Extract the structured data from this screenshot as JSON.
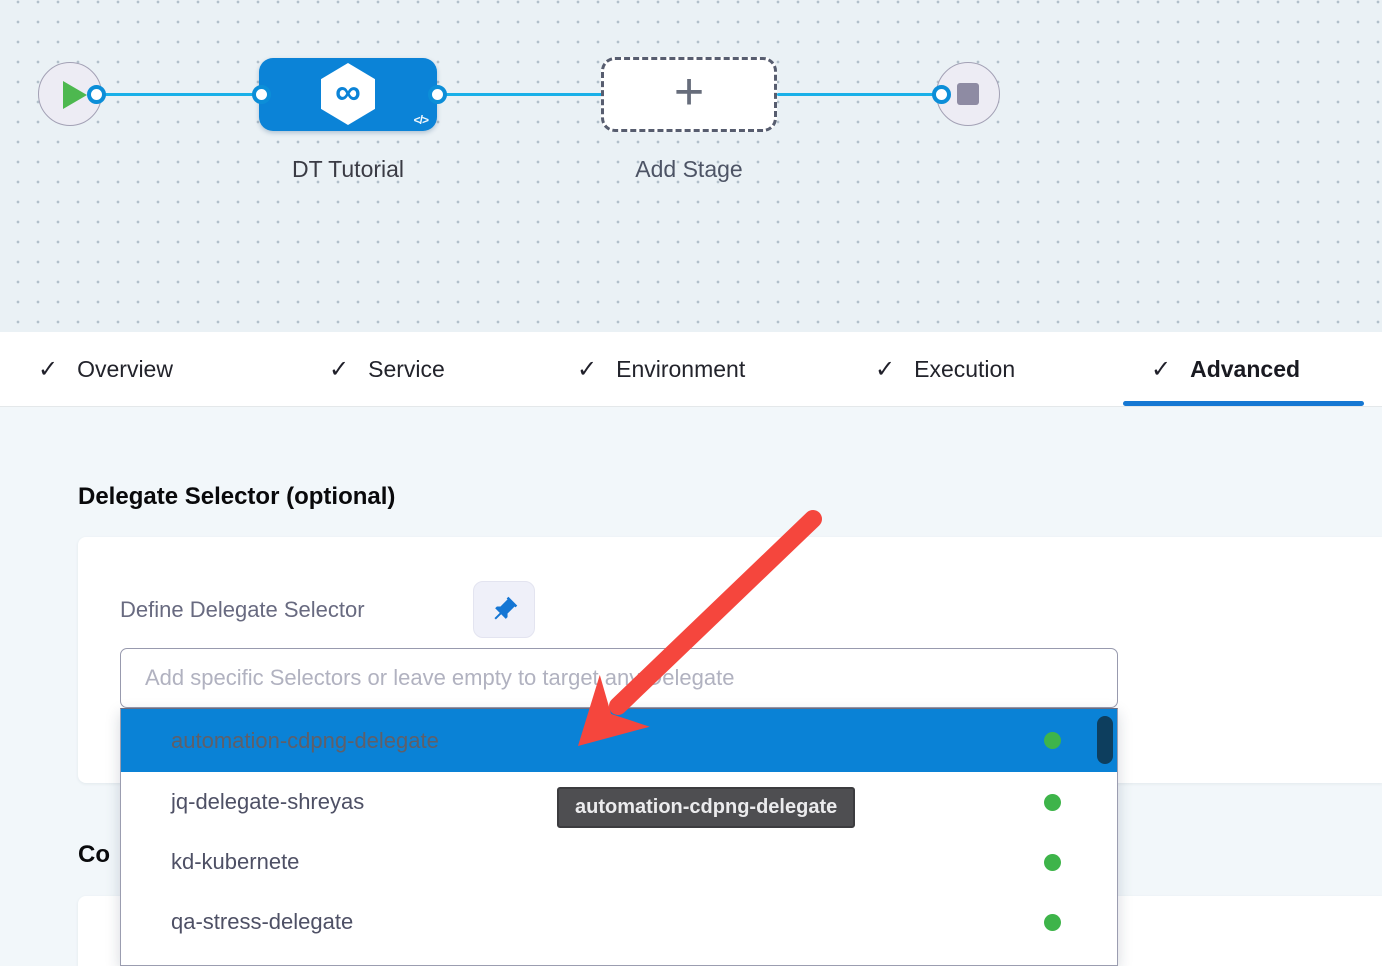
{
  "canvas": {
    "stage_label": "DT Tutorial",
    "add_stage_label": "Add Stage"
  },
  "icons": {
    "check": "✓",
    "plus": "+",
    "infinity": "∞",
    "code": "</>"
  },
  "tabs": [
    {
      "label": "Overview",
      "checked": true,
      "active": false
    },
    {
      "label": "Service",
      "checked": true,
      "active": false
    },
    {
      "label": "Environment",
      "checked": true,
      "active": false
    },
    {
      "label": "Execution",
      "checked": true,
      "active": false
    },
    {
      "label": "Advanced",
      "checked": true,
      "active": true
    }
  ],
  "panel": {
    "section_title": "Delegate Selector (optional)",
    "define_label": "Define Delegate Selector",
    "input_placeholder": "Add specific Selectors or leave empty to target any Delegate",
    "partial_heading": "Co"
  },
  "dropdown": {
    "items": [
      {
        "name": "automation-cdpng-delegate",
        "status": "connected",
        "selected": true
      },
      {
        "name": "jq-delegate-shreyas",
        "status": "connected",
        "selected": false
      },
      {
        "name": "kd-kubernete",
        "status": "connected",
        "selected": false
      },
      {
        "name": "qa-stress-delegate",
        "status": "connected",
        "selected": false
      }
    ]
  },
  "tooltip": {
    "text": "automation-cdpng-delegate"
  },
  "colors": {
    "accent_blue": "#0278d5",
    "connector_blue": "#19b0e8",
    "selected_row_blue": "#0a82d6",
    "status_green": "#3eb44a",
    "arrow_red": "#f5463d",
    "scroll_thumb_navy": "#0d3e5e"
  }
}
